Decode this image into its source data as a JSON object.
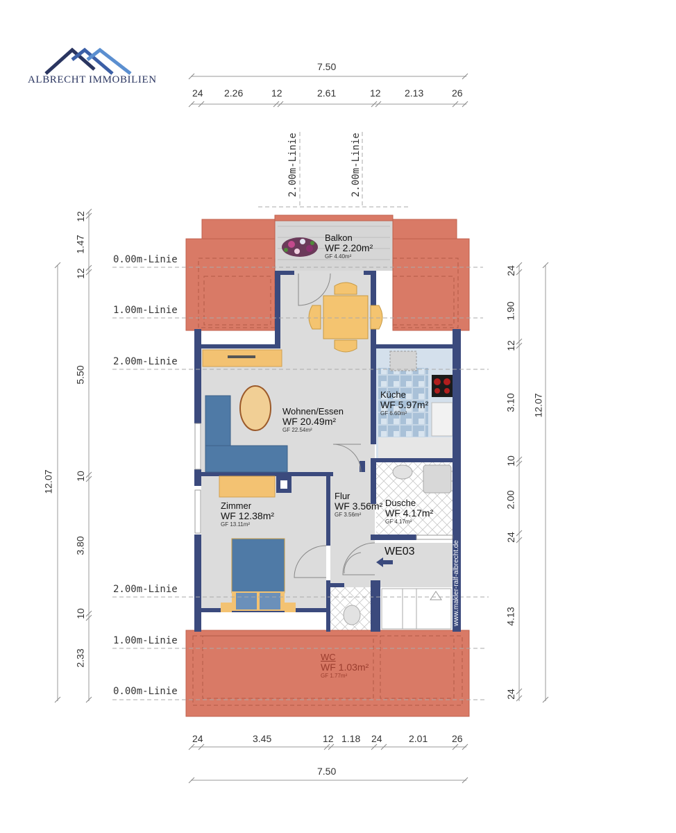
{
  "brand": {
    "name": "ALBRECHT IMMOBILIEN",
    "logo_icon": "roof-mountains-icon",
    "colors": {
      "dark": "#2a3560",
      "mid": "#3b5fa6",
      "light": "#5b8fd0"
    }
  },
  "dimensions": {
    "top": {
      "total": "7.50",
      "segments": [
        "24",
        "2.26",
        "12",
        "2.61",
        "12",
        "2.13",
        "26"
      ]
    },
    "bottom": {
      "total": "7.50",
      "segments": [
        "24",
        "3.45",
        "12",
        "1.18",
        "24",
        "2.01",
        "26"
      ]
    },
    "left": {
      "total": "12.07",
      "segments": [
        "12",
        "1.47",
        "12",
        "5.50",
        "10",
        "3.80",
        "10",
        "2.33"
      ]
    },
    "right": {
      "total": "12.07",
      "segments": [
        "24",
        "1.90",
        "12",
        "3.10",
        "10",
        "2.00",
        "24",
        "4.13",
        "24"
      ]
    }
  },
  "height_lines": {
    "left": [
      {
        "label": "0.00m-Linie"
      },
      {
        "label": "1.00m-Linie"
      },
      {
        "label": "2.00m-Linie"
      },
      {
        "label": "2.00m-Linie"
      },
      {
        "label": "1.00m-Linie"
      },
      {
        "label": "0.00m-Linie"
      }
    ],
    "top": [
      {
        "label": "2.00m-Linie"
      },
      {
        "label": "2.00m-Linie"
      }
    ]
  },
  "rooms": {
    "balkon": {
      "name": "Balkon",
      "wf": "WF 2.20m²",
      "gf": "GF 4.40m²"
    },
    "wohnen": {
      "name": "Wohnen/Essen",
      "wf": "WF 20.49m²",
      "gf": "GF 22.54m²"
    },
    "kueche": {
      "name": "Küche",
      "wf": "WF 5.97m²",
      "gf": "GF 6.60m²"
    },
    "zimmer": {
      "name": "Zimmer",
      "wf": "WF 12.38m²",
      "gf": "GF 13.11m²"
    },
    "flur": {
      "name": "Flur",
      "wf": "WF 3.56m²",
      "gf": "GF 3.56m²"
    },
    "dusche": {
      "name": "Dusche",
      "wf": "WF 4.17m²",
      "gf": "GF 4.17m²"
    },
    "wc": {
      "name": "WC",
      "wf": "WF 1.03m²",
      "gf": "GF 1.77m²"
    }
  },
  "unit": {
    "label": "WE03",
    "entry_icon": "arrow-left-icon"
  },
  "website": "www.makler-ralf-albrecht.de",
  "colors": {
    "wall": "#3b4a7d",
    "roof": "#d97a66",
    "floor": "#dcdcdc",
    "wood": "#f3c272",
    "sofa": "#4f7aa6",
    "tile": "#b8cde0"
  }
}
